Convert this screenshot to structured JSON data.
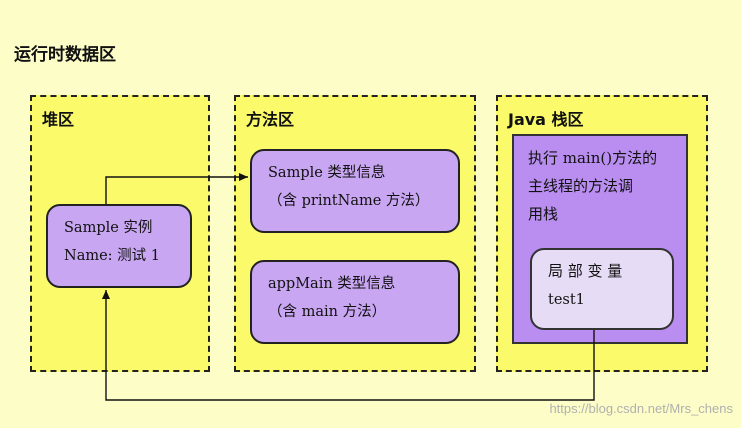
{
  "title": "运行时数据区",
  "heap": {
    "label": "堆区",
    "instance": {
      "line1": "Sample 实例",
      "line2": "Name: 测试 1"
    }
  },
  "method_area": {
    "label": "方法区",
    "sample_type": {
      "line1": "Sample 类型信息",
      "line2": "（含 printName 方法）"
    },
    "appmain_type": {
      "line1": "appMain 类型信息",
      "line2": "（含 main 方法）"
    }
  },
  "stack": {
    "label": "Java 栈区",
    "thread": {
      "line1": "执行 main()方法的",
      "line2": "主线程的方法调",
      "line3": "用栈"
    },
    "local_vars": {
      "label": "局 部 变 量",
      "value": "test1"
    }
  },
  "watermark": "https://blog.csdn.net/Mrs_chens",
  "colors": {
    "background": "#fdfdc8",
    "region_fill": "#fafa6a",
    "box_fill": "#c9a6f2",
    "stack_fill": "#b98ef0",
    "local_fill": "#e6dcf5"
  }
}
